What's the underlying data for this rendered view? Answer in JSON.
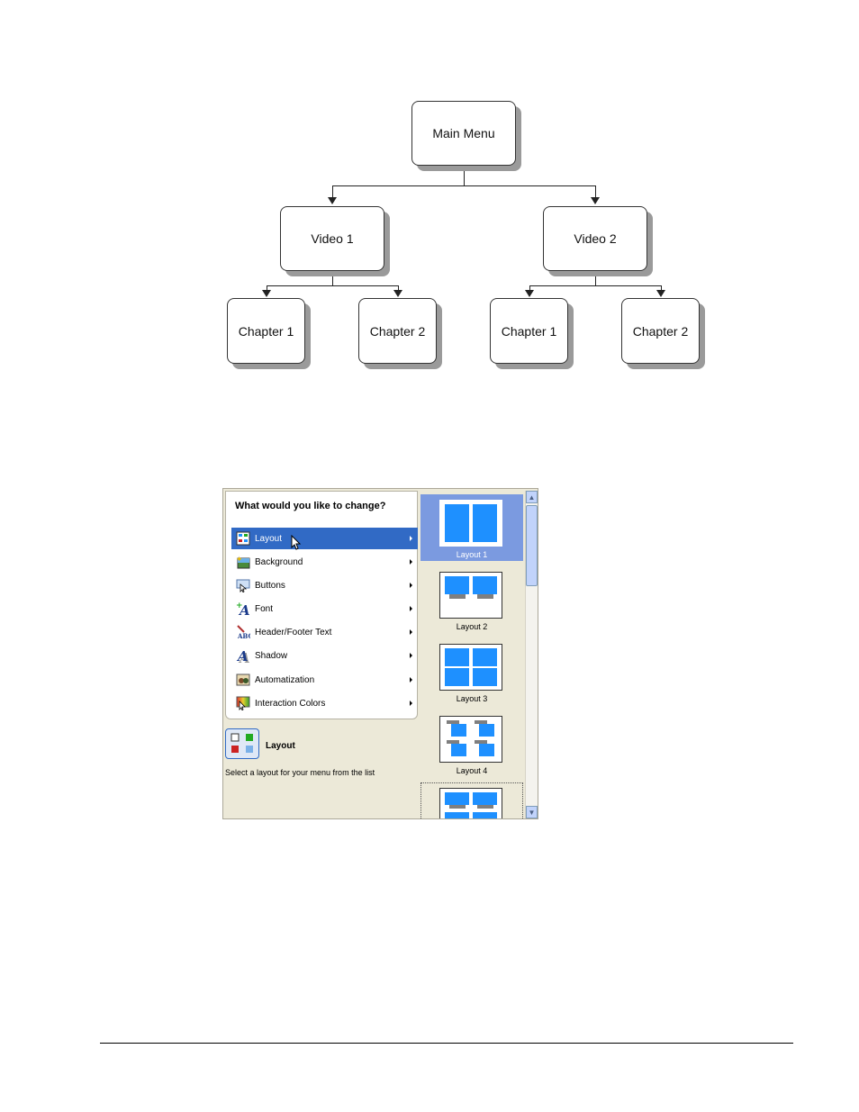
{
  "diagram": {
    "root": "Main Menu",
    "video1": "Video 1",
    "video2": "Video 2",
    "v1_ch1": "Chapter 1",
    "v1_ch2": "Chapter 2",
    "v2_ch1": "Chapter 1",
    "v2_ch2": "Chapter 2"
  },
  "dialog": {
    "question": "What would you like to change?",
    "items": [
      {
        "label": "Layout",
        "icon": "layout-icon",
        "selected": true
      },
      {
        "label": "Background",
        "icon": "background-icon"
      },
      {
        "label": "Buttons",
        "icon": "buttons-icon"
      },
      {
        "label": "Font",
        "icon": "font-icon"
      },
      {
        "label": "Header/Footer Text",
        "icon": "header-footer-text-icon"
      },
      {
        "label": "Shadow",
        "icon": "shadow-icon"
      },
      {
        "label": "Automatization",
        "icon": "automatization-icon"
      },
      {
        "label": "Interaction Colors",
        "icon": "interaction-colors-icon"
      }
    ],
    "detail": {
      "title": "Layout",
      "description": "Select a layout for your menu from the list"
    },
    "layouts": [
      {
        "label": "Layout 1",
        "selected": true
      },
      {
        "label": "Layout 2"
      },
      {
        "label": "Layout 3"
      },
      {
        "label": "Layout 4"
      },
      {
        "label": ""
      }
    ]
  },
  "colors": {
    "selection": "#316ac5",
    "tile": "#1e90ff",
    "dialog_bg": "#ece9d8"
  }
}
